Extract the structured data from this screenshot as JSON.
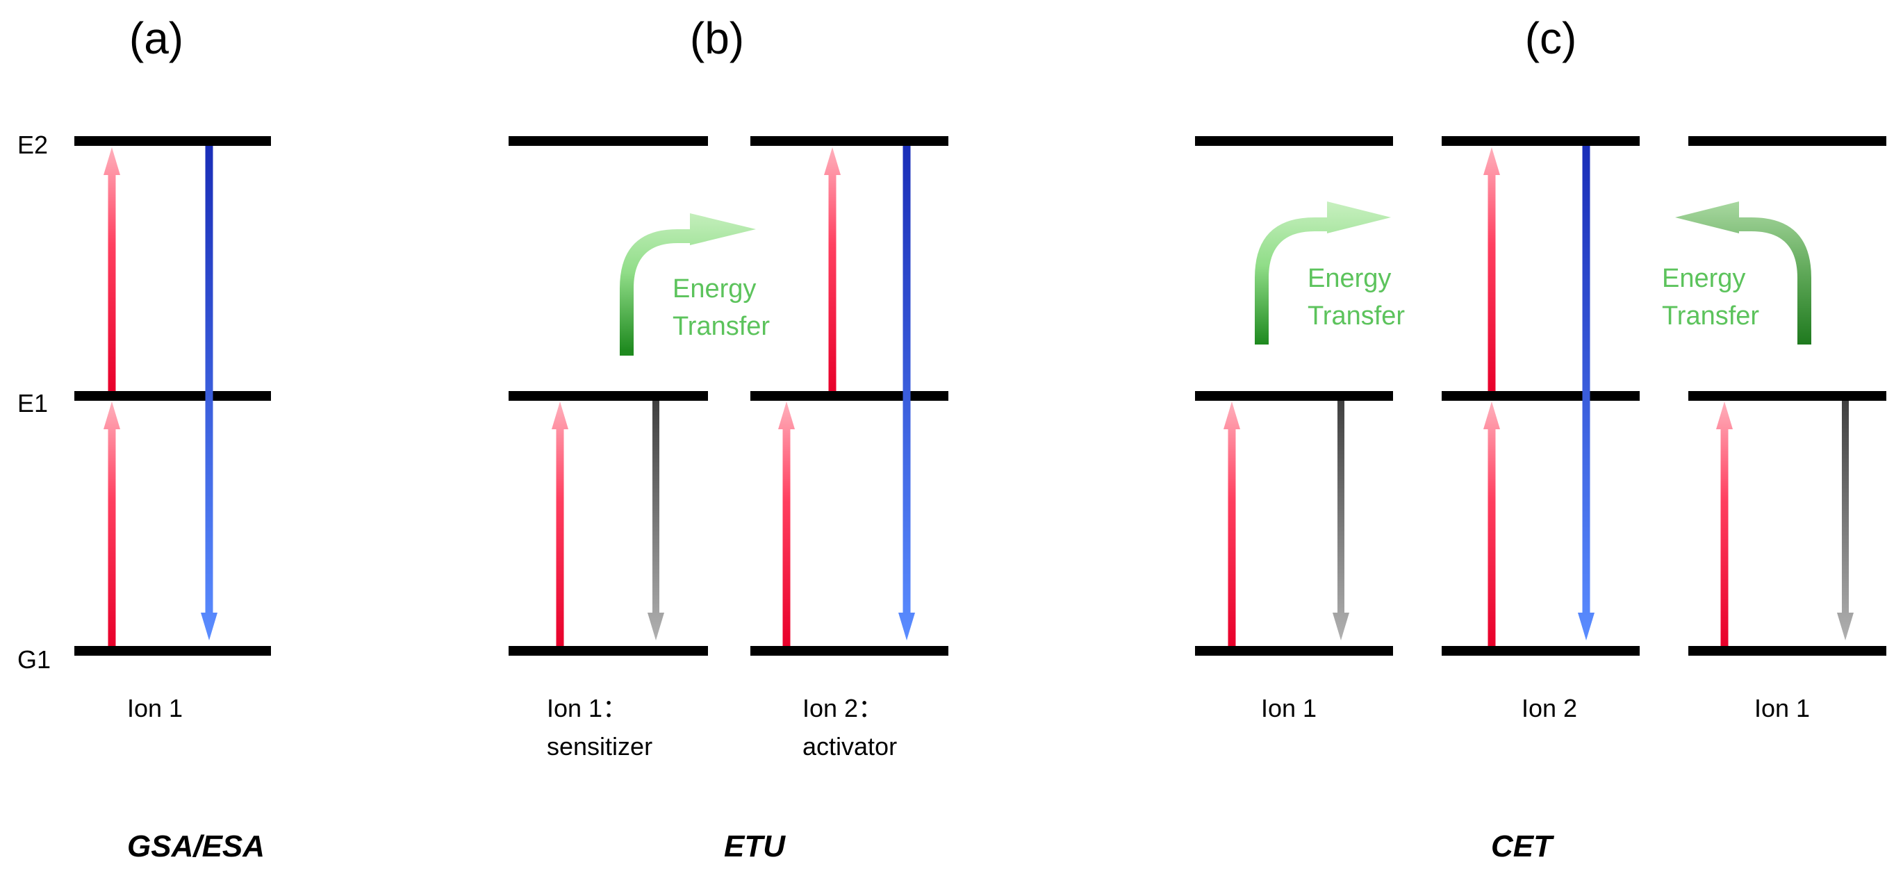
{
  "panels": {
    "a": {
      "label": "(a)",
      "title": "GSA/ESA",
      "ion": "Ion 1"
    },
    "b": {
      "label": "(b)",
      "title": "ETU",
      "ion1": [
        "Ion 1：",
        "sensitizer"
      ],
      "ion2": [
        "Ion 2：",
        "activator"
      ],
      "transfer": [
        "Energy",
        "Transfer"
      ]
    },
    "c": {
      "label": "(c)",
      "title": "CET",
      "ions": [
        "Ion 1",
        "Ion 2",
        "Ion 1"
      ],
      "transfer_left": [
        "Energy",
        "Transfer"
      ],
      "transfer_right": [
        "Energy",
        "Transfer"
      ]
    }
  },
  "levels": {
    "e2": "E2",
    "e1": "E1",
    "g1": "G1"
  },
  "colors": {
    "level_line": "#000000",
    "excitation_top": "#ffb0bc",
    "excitation_bottom": "#e8002a",
    "emission_blue_top": "#1a2eb8",
    "emission_blue_bottom": "#5a8cff",
    "relaxation_top": "#404040",
    "relaxation_bottom": "#b0b0b0",
    "energy_transfer_dark": "#1f8a1f",
    "energy_transfer_light": "#c8f0c0",
    "energy_transfer_text": "#5cc35c"
  },
  "icons": {
    "excitation": "up-arrow-icon",
    "emission": "down-arrow-icon",
    "energy_transfer": "curved-arrow-icon"
  }
}
